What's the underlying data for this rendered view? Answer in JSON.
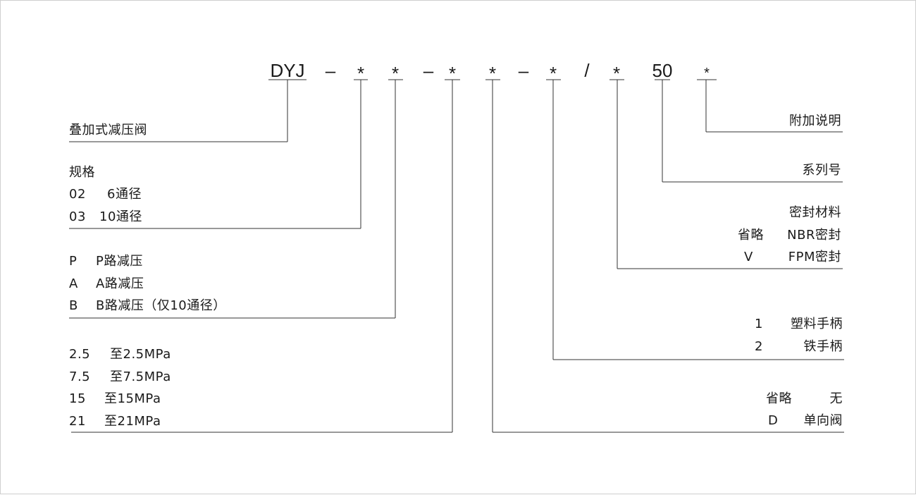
{
  "model_code": {
    "parts": [
      "DYJ",
      "–",
      "*",
      "*",
      "–",
      "*",
      "*",
      "–",
      "*",
      "/",
      "*",
      "50",
      "*"
    ]
  },
  "left_groups": [
    {
      "title": "叠加式减压阀",
      "items": []
    },
    {
      "title": "规格",
      "items": [
        {
          "code": "02",
          "desc": "6通径"
        },
        {
          "code": "03",
          "desc": "10通径"
        }
      ]
    },
    {
      "title": "",
      "items": [
        {
          "code": "P",
          "desc": "P路减压"
        },
        {
          "code": "A",
          "desc": "A路减压"
        },
        {
          "code": "B",
          "desc": "B路减压（仅10通径）"
        }
      ]
    },
    {
      "title": "",
      "items": [
        {
          "code": "2.5",
          "desc": "至2.5MPa"
        },
        {
          "code": "7.5",
          "desc": "至7.5MPa"
        },
        {
          "code": "15",
          "desc": "至15MPa"
        },
        {
          "code": "21",
          "desc": "至21MPa"
        }
      ]
    }
  ],
  "right_groups": [
    {
      "title": "附加说明",
      "items": []
    },
    {
      "title": "系列号",
      "items": []
    },
    {
      "title": "密封材料",
      "items": [
        {
          "code": "省略",
          "desc": "NBR密封"
        },
        {
          "code": "V",
          "desc": "FPM密封"
        }
      ]
    },
    {
      "title": "",
      "items": [
        {
          "code": "1",
          "desc": "塑料手柄"
        },
        {
          "code": "2",
          "desc": "铁手柄"
        }
      ]
    },
    {
      "title": "",
      "items": [
        {
          "code": "省略",
          "desc": "无"
        },
        {
          "code": "D",
          "desc": "单向阀"
        }
      ]
    }
  ]
}
